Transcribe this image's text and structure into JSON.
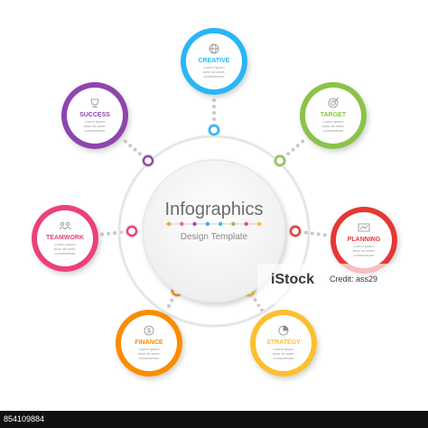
{
  "center": {
    "title": "Infographics",
    "subtitle": "Design Template",
    "dot_colors": [
      "#f5a623",
      "#f06292",
      "#ab47bc",
      "#42a5f5",
      "#26c6da",
      "#8bc34a",
      "#ef5350",
      "#fbc02d"
    ]
  },
  "nodes": [
    {
      "key": "creative",
      "title": "CREATIVE",
      "icon": "globe-icon",
      "color": "#29b6f6",
      "body": [
        "Lorem ipsum",
        "dolor sit amet,",
        "consectetuer"
      ]
    },
    {
      "key": "target",
      "title": "TARGET",
      "icon": "target-icon",
      "color": "#8bc34a",
      "body": [
        "Lorem ipsum",
        "dolor sit amet,",
        "consectetuer"
      ]
    },
    {
      "key": "planning",
      "title": "PLANNING",
      "icon": "chart-icon",
      "color": "#e53935",
      "body": [
        "Lorem ipsum",
        "dolor sit amet,",
        "consectetuer"
      ]
    },
    {
      "key": "strategy",
      "title": "STRATEGY",
      "icon": "pie-icon",
      "color": "#fbc02d",
      "body": [
        "Lorem ipsum",
        "dolor sit amet,",
        "consectetuer"
      ]
    },
    {
      "key": "finance",
      "title": "FINANCE",
      "icon": "dollar-icon",
      "color": "#fb8c00",
      "body": [
        "Lorem ipsum",
        "dolor sit amet,",
        "consectetuer"
      ]
    },
    {
      "key": "teamwork",
      "title": "TEAMWORK",
      "icon": "people-icon",
      "color": "#ec407a",
      "body": [
        "Lorem ipsum",
        "dolor sit amet,",
        "consectetuer"
      ]
    },
    {
      "key": "success",
      "title": "SUCCESS",
      "icon": "trophy-icon",
      "color": "#8e44ad",
      "body": [
        "Lorem ipsum",
        "dolor sit amet,",
        "consectetuer"
      ]
    }
  ],
  "watermark": {
    "brand": "iStock",
    "credit": "Credit: ass29"
  },
  "footer": {
    "image_id": "854109884"
  }
}
